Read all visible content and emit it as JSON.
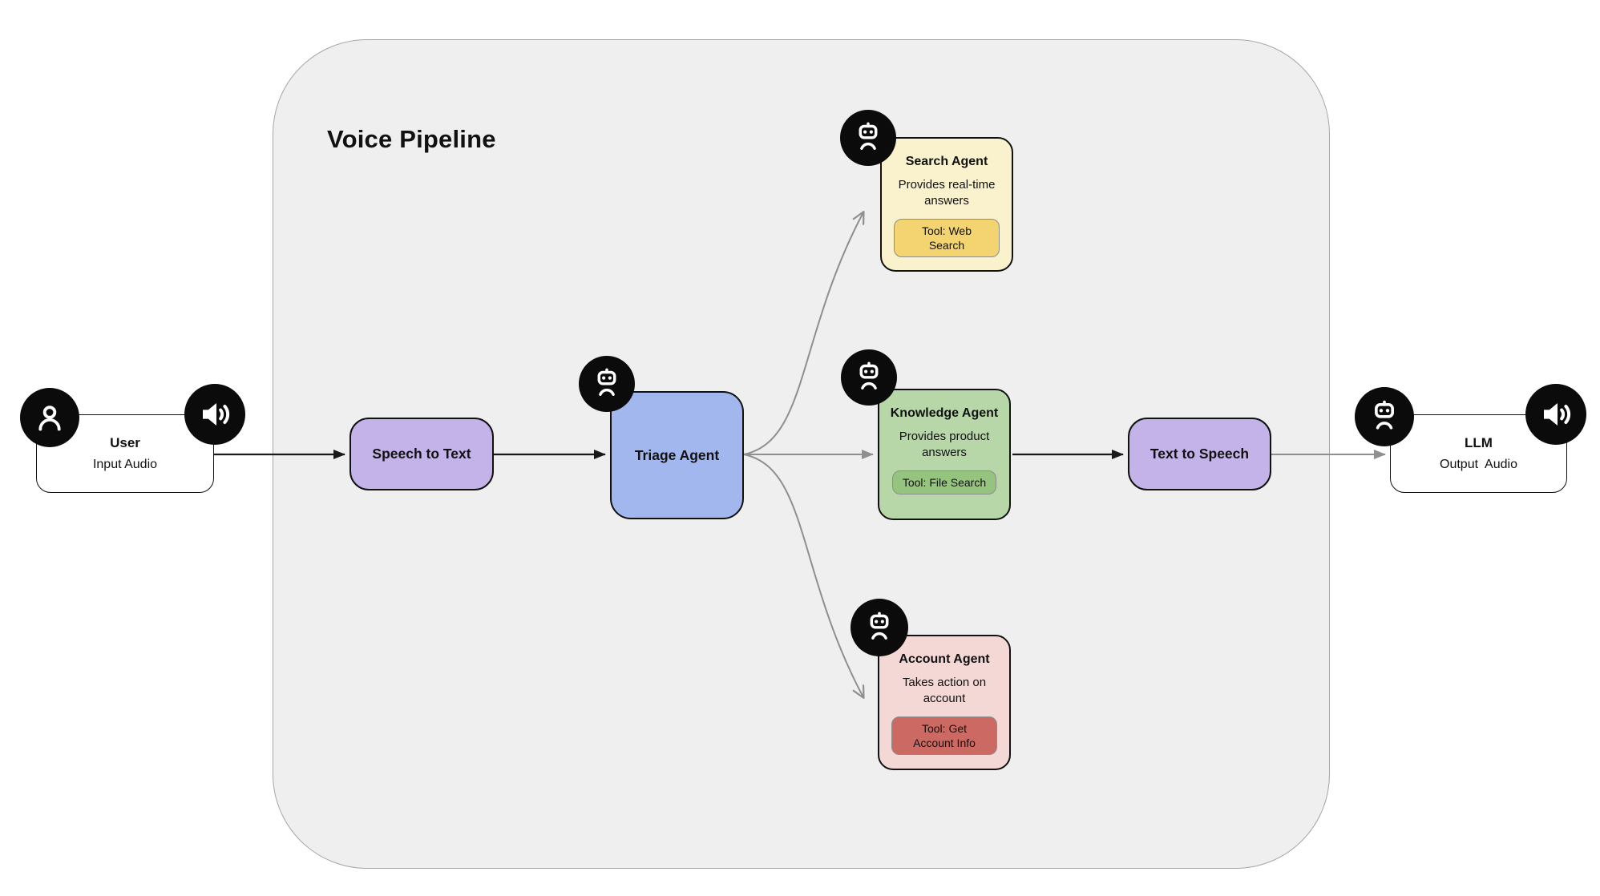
{
  "diagram": {
    "title": "Voice Pipeline",
    "type": "voice-agent-pipeline-flow"
  },
  "nodes": {
    "user": {
      "title": "User",
      "subtitle": "Input Audio"
    },
    "speech_to_text": {
      "label": "Speech to Text"
    },
    "triage_agent": {
      "label": "Triage Agent"
    },
    "search_agent": {
      "title": "Search Agent",
      "description": "Provides real-time answers",
      "tool": "Tool: Web Search"
    },
    "knowledge_agent": {
      "title": "Knowledge Agent",
      "description": "Provides product answers",
      "tool": "Tool: File Search"
    },
    "account_agent": {
      "title": "Account Agent",
      "description": "Takes action on account",
      "tool": "Tool: Get Account Info"
    },
    "text_to_speech": {
      "label": "Text to Speech"
    },
    "llm": {
      "title": "LLM",
      "subtitle": "Output  Audio"
    }
  },
  "edges": [
    {
      "from": "user",
      "to": "speech_to_text",
      "style": "black-arrow"
    },
    {
      "from": "speech_to_text",
      "to": "triage_agent",
      "style": "black-arrow"
    },
    {
      "from": "triage_agent",
      "to": "search_agent",
      "style": "gray-curve-open-arrow"
    },
    {
      "from": "triage_agent",
      "to": "knowledge_agent",
      "style": "gray-arrow"
    },
    {
      "from": "triage_agent",
      "to": "account_agent",
      "style": "gray-curve-open-arrow"
    },
    {
      "from": "knowledge_agent",
      "to": "text_to_speech",
      "style": "black-arrow"
    },
    {
      "from": "text_to_speech",
      "to": "llm",
      "style": "gray-arrow"
    }
  ],
  "icons": {
    "person": "person-icon",
    "speaker": "speaker-audio-icon",
    "robot": "robot-agent-icon"
  },
  "colors": {
    "page_background": "#ffffff",
    "pipeline_background": "#efefef",
    "pipeline_border": "#a6a6a6",
    "stage_purple": "#c4b3e8",
    "triage_blue": "#a3b7ef",
    "search_yellow_bg": "#faf1cd",
    "search_yellow_badge": "#f4d470",
    "knowledge_green_bg": "#b8d7a8",
    "knowledge_green_badge": "#95c47e",
    "account_pink_bg": "#f3d8d6",
    "account_red_badge": "#cb6962",
    "edge_gray": "#8f8f8f",
    "edge_black": "#1a1a1a",
    "icon_chip_black": "#0b0b0b"
  }
}
